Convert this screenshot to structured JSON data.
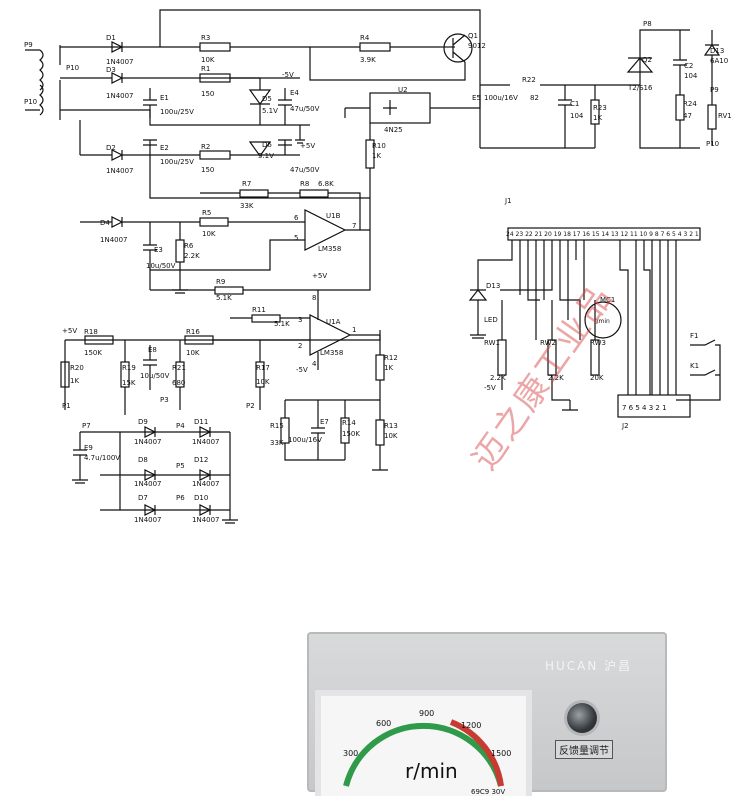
{
  "labels": {
    "P9": "P9",
    "P10": "P10",
    "P10b": "P10",
    "P8": "P8",
    "P7": "P7",
    "D1": "D1",
    "D1v": "1N4007",
    "D3": "D3",
    "D3v": "1N4007",
    "D2": "D2",
    "D2v": "1N4007",
    "D4": "D4",
    "D4v": "1N4007",
    "R3": "R3",
    "R3v": "10K",
    "R1": "R1",
    "R1v": "150",
    "R2": "R2",
    "R2v": "150",
    "R5": "R5",
    "R5v": "10K",
    "R6": "R6",
    "R6v": "2.2K",
    "R7": "R7",
    "R7v": "33K",
    "R8": "R8",
    "R8v": "6.8K",
    "R9": "R9",
    "R9v": "5.1K",
    "R4": "R4",
    "R4v": "3.9K",
    "R10": "R10",
    "R10v": "1K",
    "R22": "R22",
    "R22v": "82",
    "R23": "R23",
    "R23v": "1K",
    "R24": "R24",
    "R24v": "47",
    "RV1": "RV1",
    "P9b": "P9",
    "P10c": "P10",
    "E1": "E1",
    "E1v": "100u/25V",
    "E2": "E2",
    "E2v": "100u/25V",
    "E3": "E3",
    "E3v": "10u/50V",
    "E4": "E4",
    "E4v": "47u/50V",
    "E5": "E5",
    "E5v": "100u/16V",
    "D5": "D5",
    "D5v": "5.1V",
    "D6": "D6",
    "D6v": "5.1V",
    "neg5": "-5V",
    "pos5": "+5V",
    "Q1": "Q1",
    "Q1v": "9012",
    "Q2": "Q2",
    "Q2v": "T2/S16",
    "U2": "U2",
    "U2v": "4N25",
    "C1": "C1",
    "C1v": "104",
    "C2": "C2",
    "C2v": "104",
    "D13": "D13",
    "D13v": "6A10",
    "U1B": "U1B",
    "U1Bv": "LM358",
    "n6": "6",
    "n5": "5",
    "n7": "7",
    "E4b": "47u/50V",
    "R18": "R18",
    "R18v": "150K",
    "R20": "R20",
    "R20v": "1K",
    "R19": "R19",
    "R19v": "15K",
    "E8": "E8",
    "E8v": "10u/50V",
    "R21": "R21",
    "R21v": "680",
    "R16": "R16",
    "R16v": "10K",
    "R17": "R17",
    "R17v": "10K",
    "R11": "R11",
    "R11v": "5.1K",
    "U1A": "U1A",
    "U1Av": "LM358",
    "plus5b": "+5V",
    "neg5b": "-5V",
    "R12": "R12",
    "R12v": "1K",
    "R13": "R13",
    "R13v": "10K",
    "R15": "R15",
    "R15v": "33K",
    "E7": "E7",
    "E7v": "100u/16V",
    "R14": "R14",
    "R14v": "150K",
    "P1": "P1",
    "P2": "P2",
    "P3": "P3",
    "E9": "E9",
    "E9v": "4.7u/100V",
    "D9": "D9",
    "D11": "D11",
    "D8": "D8",
    "D12": "D12",
    "D7": "D7",
    "D10": "D10",
    "P4": "P4",
    "P5": "P5",
    "P6": "P6",
    "dv": "1N4007",
    "n3": "3",
    "n2": "2",
    "n1": "1",
    "n4": "4",
    "n8": "8",
    "J1": "J1",
    "J2": "J2",
    "D13b": "D13",
    "LED": "LED",
    "RW1": "RW1",
    "RW2": "RW2",
    "RW3": "RW3",
    "MC1": "MC1",
    "r22k": "2.2K",
    "r22k2": "2.2K",
    "r20k": "20K",
    "neg5c": "-5V",
    "F1": "F1",
    "K1": "K1",
    "rmin_s": "r/min",
    "j1pins": "24 23 22 21 20 19 18 17 16 15 14 13 12 11 10 9 8 7 6 5 4 3 2 1",
    "j2pins": "7 6 5 4 3 2 1"
  },
  "watermark": "迈之康工业品",
  "device": {
    "brand": "HUCAN 沪昌",
    "unit": "r/min",
    "dial_ticks": [
      "300",
      "600",
      "900",
      "1200",
      "1500"
    ],
    "rating": "69C9  30V",
    "knob_label": "反馈量调节"
  }
}
